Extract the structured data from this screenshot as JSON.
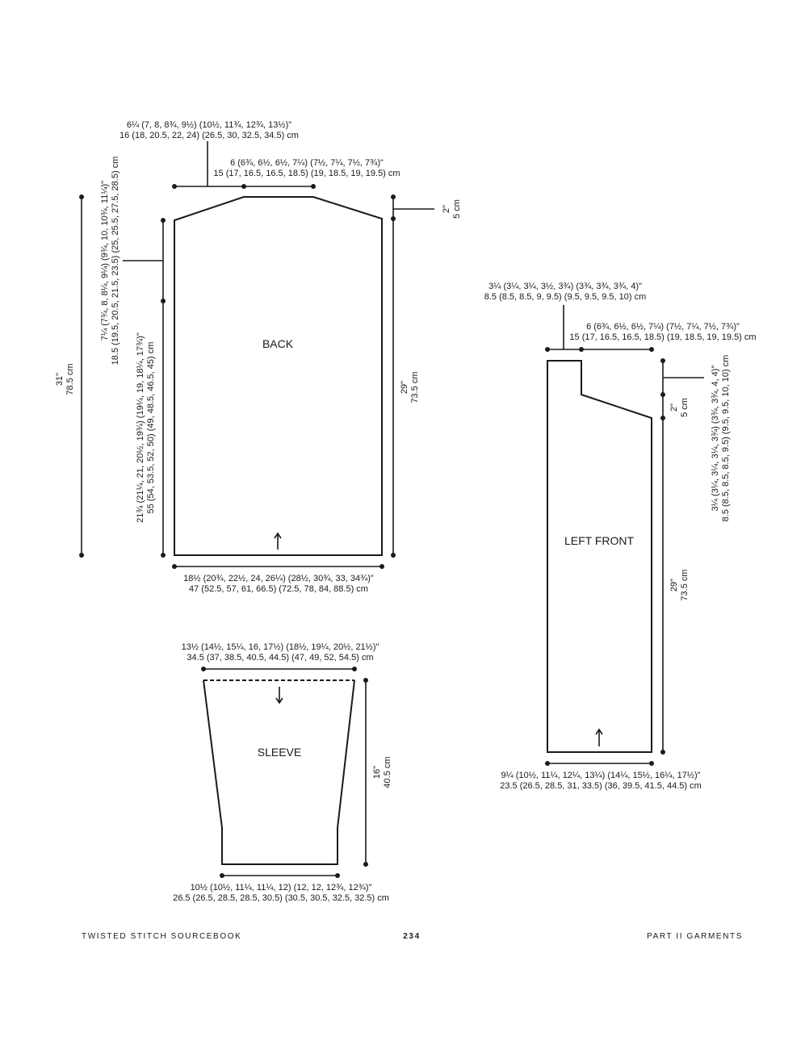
{
  "back": {
    "label": "BACK",
    "neck_width_in": "6¼ (7, 8, 8¾, 9½) (10½, 11¾, 12¾, 13½)\"",
    "neck_width_cm": "16 (18, 20.5, 22, 24) (26.5, 30, 32.5, 34.5) cm",
    "shoulder_in": "6 (6¾, 6½, 6½, 7¼) (7½, 7¼, 7½, 7¾)\"",
    "shoulder_cm": "15 (17, 16.5, 16.5, 18.5) (19, 18.5, 19, 19.5) cm",
    "shoulder_drop_in": "2\"",
    "shoulder_drop_cm": "5 cm",
    "armhole_in": "7¼ (7¾, 8, 8¼, 9¼) (9¾, 10, 10¾, 11¼)\"",
    "armhole_cm": "18.5 (19.5, 20.5, 21.5, 23.5) (25, 25.5, 27.5, 28.5) cm",
    "side_in": "21¾ (21¼, 21, 20½, 19¾) (19¼, 19, 18¼, 17¾)\"",
    "side_cm": "55 (54, 53.5, 52, 50) (49, 48.5, 46.5, 45) cm",
    "total_length_in": "31\"",
    "total_length_cm": "78.5 cm",
    "length_in": "29\"",
    "length_cm": "73.5 cm",
    "width_in": "18½ (20¾, 22½, 24, 26¼) (28½, 30¾, 33, 34¾)\"",
    "width_cm": "47 (52.5, 57, 61, 66.5) (72.5, 78, 84, 88.5) cm"
  },
  "left_front": {
    "label": "LEFT FRONT",
    "neck_in": "3¼ (3¼, 3¼, 3½, 3¾) (3¾, 3¾, 3¾, 4)\"",
    "neck_cm": "8.5 (8.5, 8.5, 9, 9.5) (9.5, 9.5, 9.5, 10) cm",
    "shoulder_in": "6 (6¾, 6½, 6½, 7¼) (7½, 7¼, 7½, 7¾)\"",
    "shoulder_cm": "15 (17, 16.5, 16.5, 18.5) (19, 18.5, 19, 19.5) cm",
    "shoulder_drop_in": "2\"",
    "shoulder_drop_cm": "5 cm",
    "neck_depth_in": "3¼ (3¼, 3¼, 3¼, 3¾) (3¾, 3¾, 4, 4)\"",
    "neck_depth_cm": "8.5 (8.5, 8.5, 8.5, 9.5) (9.5, 9.5, 10, 10) cm",
    "length_in": "29\"",
    "length_cm": "73.5 cm",
    "width_in": "9¼ (10½, 11¼, 12¼, 13¼) (14¼, 15½, 16¼, 17½)\"",
    "width_cm": "23.5 (26.5, 28.5, 31, 33.5) (36, 39.5, 41.5, 44.5) cm"
  },
  "sleeve": {
    "label": "SLEEVE",
    "top_in": "13½ (14½, 15¼, 16, 17½) (18½, 19¼, 20½, 21½)\"",
    "top_cm": "34.5 (37, 38.5, 40.5, 44.5) (47, 49, 52, 54.5) cm",
    "length_in": "16\"",
    "length_cm": "40.5 cm",
    "cuff_in": "10½ (10½, 11¼, 11¼, 12) (12, 12, 12¾, 12¾)\"",
    "cuff_cm": "26.5 (26.5, 28.5, 28.5, 30.5) (30.5, 30.5, 32.5, 32.5) cm"
  },
  "footer": {
    "book": "TWISTED STITCH SOURCEBOOK",
    "page": "234",
    "part": "PART II  GARMENTS"
  }
}
